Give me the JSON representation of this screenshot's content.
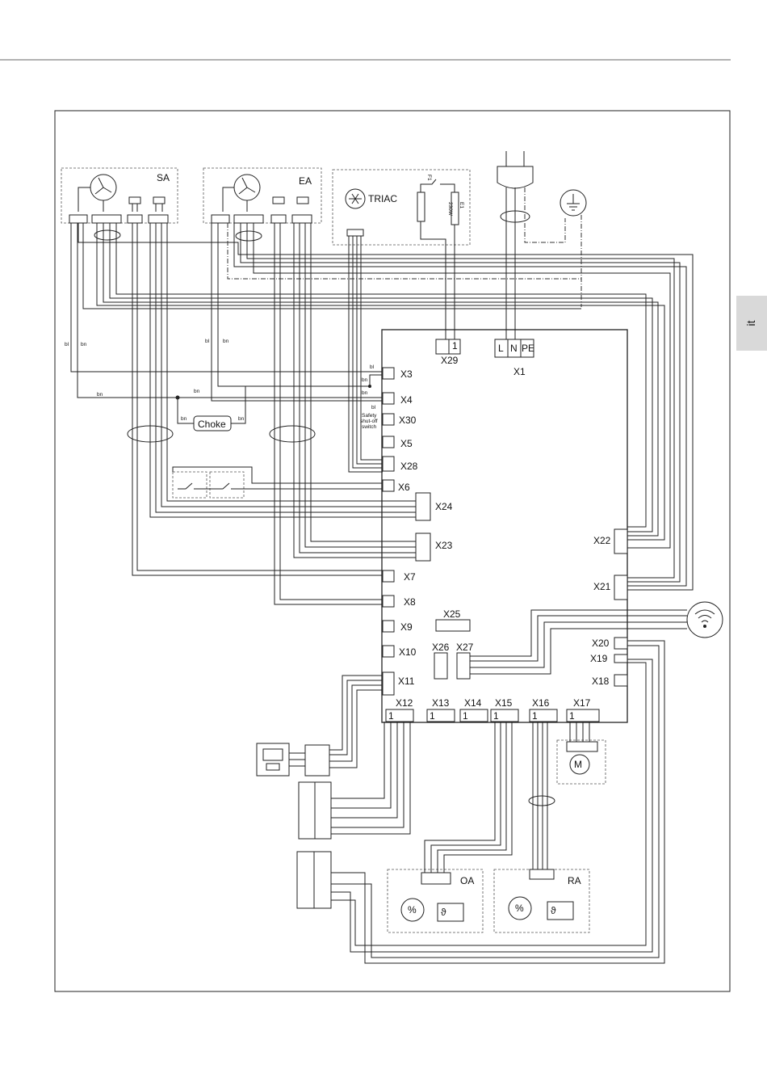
{
  "side_tab": {
    "label": "it"
  },
  "devices": {
    "sa": "SA",
    "ea": "EA",
    "triac": "TRIAC",
    "f1": "F1",
    "e1": "E1",
    "e1_power": "230W",
    "choke": "Choke",
    "oa": "OA",
    "ra": "RA",
    "motor": "M",
    "safety_switch": [
      "Safety",
      "shut-off",
      "switch"
    ]
  },
  "terminals": {
    "x29": "X29",
    "x29_pin": "1",
    "x1": "X1",
    "x1_l": "L",
    "x1_n": "N",
    "x1_pe": "PE",
    "x3": "X3",
    "x4": "X4",
    "x30": "X30",
    "x5": "X5",
    "x28": "X28",
    "x6": "X6",
    "x24": "X24",
    "x23": "X23",
    "x7": "X7",
    "x8": "X8",
    "x9": "X9",
    "x10": "X10",
    "x11": "X11",
    "x22": "X22",
    "x21": "X21",
    "x25": "X25",
    "x26": "X26",
    "x27": "X27",
    "x20": "X20",
    "x19": "X19",
    "x18": "X18",
    "x12": "X12",
    "x13": "X13",
    "x14": "X14",
    "x15": "X15",
    "x16": "X16",
    "x17": "X17",
    "pin1": "1"
  },
  "wire_colors": {
    "bl": "bl",
    "bn": "bn"
  },
  "sensor_symbols": {
    "humidity": "%",
    "temp": "ϑ"
  }
}
